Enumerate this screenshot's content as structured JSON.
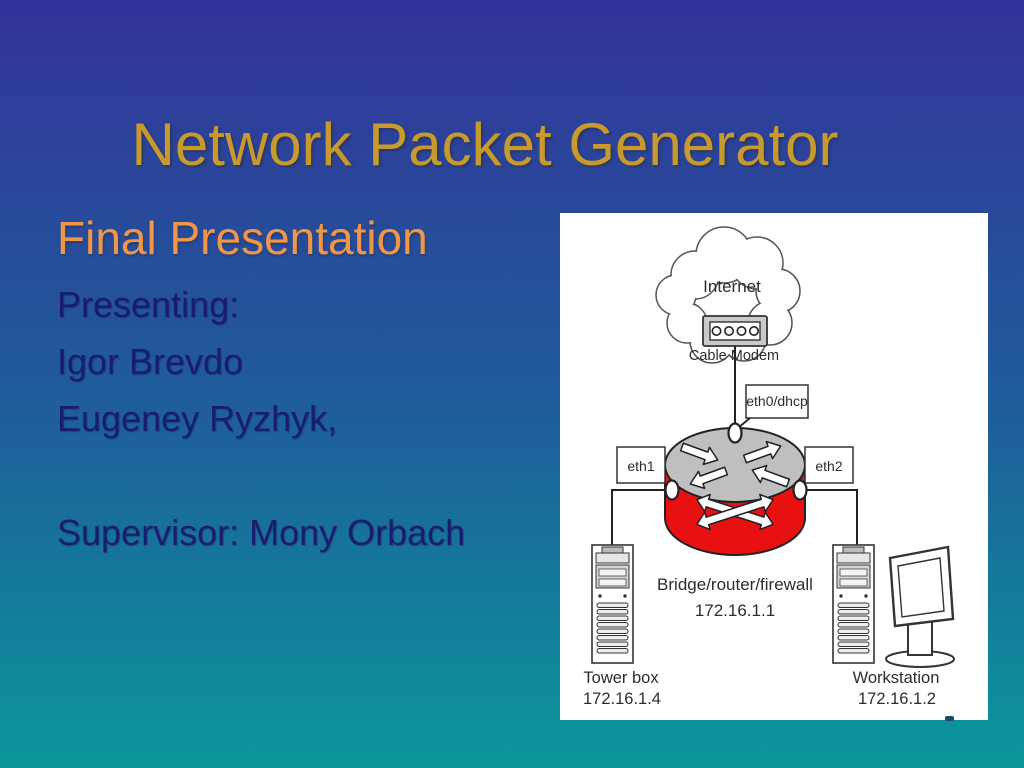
{
  "slide": {
    "title": "Network Packet Generator",
    "subtitle": "Final Presentation",
    "body_lines": [
      "Presenting:",
      "Igor Brevdo",
      "Eugeney Ryzhyk,",
      "",
      "Supervisor: Mony Orbach"
    ]
  },
  "colors": {
    "background_top": "#333399",
    "background_bottom": "#0A9799",
    "title_gold": "#C8992C",
    "subtitle_orange": "#F0964B",
    "body_navy": "#1B1B70",
    "router_red": "#E81111",
    "router_gray": "#BFBFBF",
    "panel_white": "#FFFFFF"
  },
  "diagram": {
    "internet": "Internet",
    "cable_modem": "Cable Modem",
    "eth0": "eth0/dhcp",
    "eth1": "eth1",
    "eth2": "eth2",
    "router_name": "Bridge/router/firewall",
    "router_ip": "172.16.1.1",
    "tower_name": "Tower box",
    "tower_ip": "172.16.1.4",
    "workstation_name": "Workstation",
    "workstation_ip": "172.16.1.2"
  }
}
